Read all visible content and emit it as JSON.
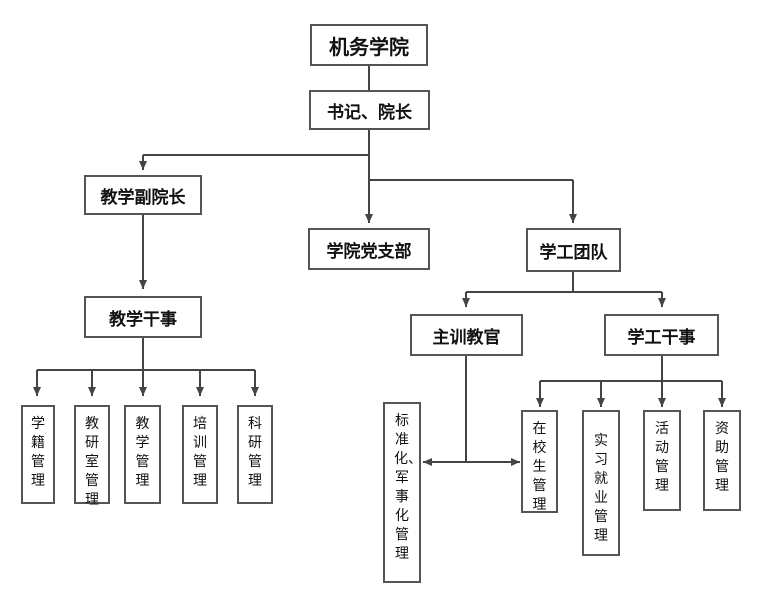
{
  "diagram": {
    "nodes": {
      "root": "机务学院",
      "secretary_dean": "书记、院长",
      "vice_dean_teaching": "教学副院长",
      "party_branch": "学院党支部",
      "student_affairs_team": "学工团队",
      "teaching_officer": "教学干事",
      "chief_instructor": "主训教官",
      "student_affairs_officer": "学工干事"
    },
    "teaching_duties": [
      "学籍管理",
      "教研室管理",
      "教学管理",
      "培训管理",
      "科研管理"
    ],
    "instructor_duty": "标准化、军事化管理",
    "student_duties": [
      "在校生管理",
      "实习就业管理",
      "活动管理",
      "资助管理"
    ]
  }
}
